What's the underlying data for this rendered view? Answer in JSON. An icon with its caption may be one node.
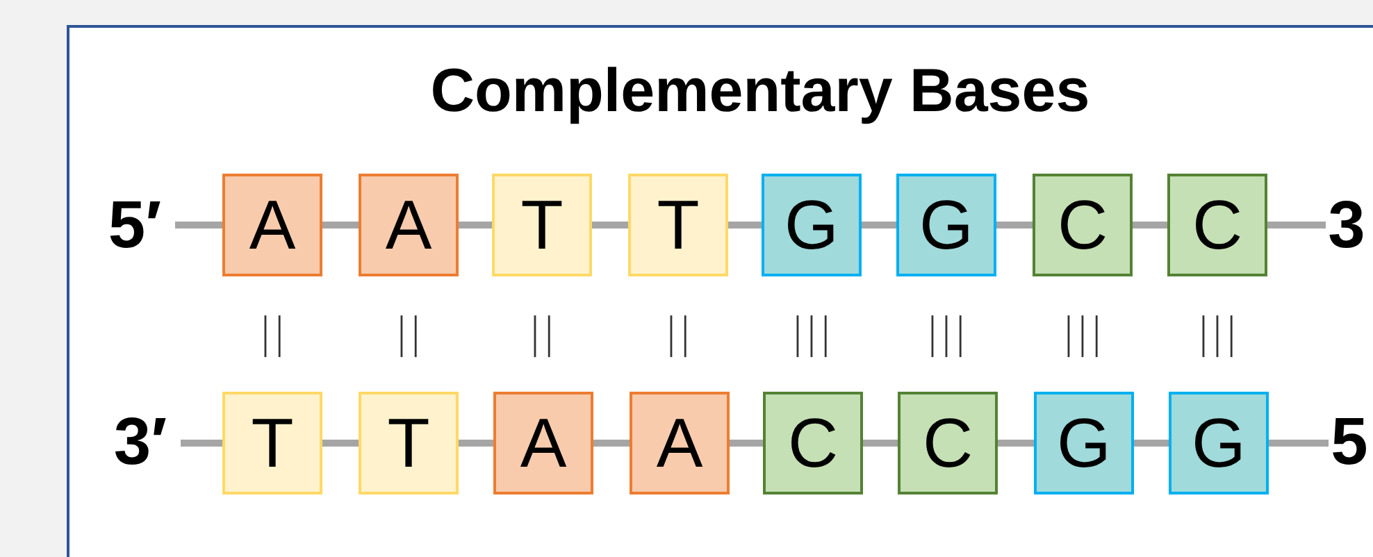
{
  "diagram": {
    "title": "Complementary Bases",
    "nodes": [
      {
        "text": [
          "5′"
        ]
      },
      {
        "text": [
          "A"
        ]
      },
      {
        "text": [
          "A"
        ]
      },
      {
        "text": [
          "T"
        ]
      },
      {
        "text": [
          "T"
        ]
      },
      {
        "text": [
          "G"
        ]
      },
      {
        "text": [
          "G"
        ]
      },
      {
        "text": [
          "C"
        ]
      },
      {
        "text": [
          "C"
        ]
      },
      {
        "text": [
          "3"
        ]
      },
      {
        "text": [
          "3′"
        ]
      },
      {
        "text": [
          "T"
        ]
      },
      {
        "text": [
          "T"
        ]
      },
      {
        "text": [
          "A"
        ]
      },
      {
        "text": [
          "A"
        ]
      },
      {
        "text": [
          "C"
        ]
      },
      {
        "text": [
          "C"
        ]
      },
      {
        "text": [
          "G"
        ]
      },
      {
        "text": [
          "G"
        ]
      },
      {
        "text": [
          "5"
        ]
      }
    ],
    "edges": [
      {
        "from": 0,
        "to": 1,
        "arrow": "none"
      },
      {
        "from": 1,
        "to": 2,
        "arrow": "none"
      },
      {
        "from": 2,
        "to": 3,
        "arrow": "none"
      },
      {
        "from": 3,
        "to": 4,
        "arrow": "none"
      },
      {
        "from": 4,
        "to": 5,
        "arrow": "none"
      },
      {
        "from": 5,
        "to": 6,
        "arrow": "none"
      },
      {
        "from": 6,
        "to": 7,
        "arrow": "none"
      },
      {
        "from": 7,
        "to": 8,
        "arrow": "none"
      },
      {
        "from": 8,
        "to": 9,
        "arrow": "none"
      },
      {
        "from": 10,
        "to": 11,
        "arrow": "none"
      },
      {
        "from": 11,
        "to": 12,
        "arrow": "none"
      },
      {
        "from": 12,
        "to": 13,
        "arrow": "none"
      },
      {
        "from": 13,
        "to": 14,
        "arrow": "none"
      },
      {
        "from": 14,
        "to": 15,
        "arrow": "none"
      },
      {
        "from": 15,
        "to": 16,
        "arrow": "none"
      },
      {
        "from": 16,
        "to": 17,
        "arrow": "none"
      },
      {
        "from": 17,
        "to": 18,
        "arrow": "none"
      },
      {
        "from": 18,
        "to": 19,
        "arrow": "none"
      }
    ],
    "labels": [
      "||",
      "||",
      "||",
      "||",
      "|||",
      "|||",
      "|||",
      "|||"
    ]
  }
}
